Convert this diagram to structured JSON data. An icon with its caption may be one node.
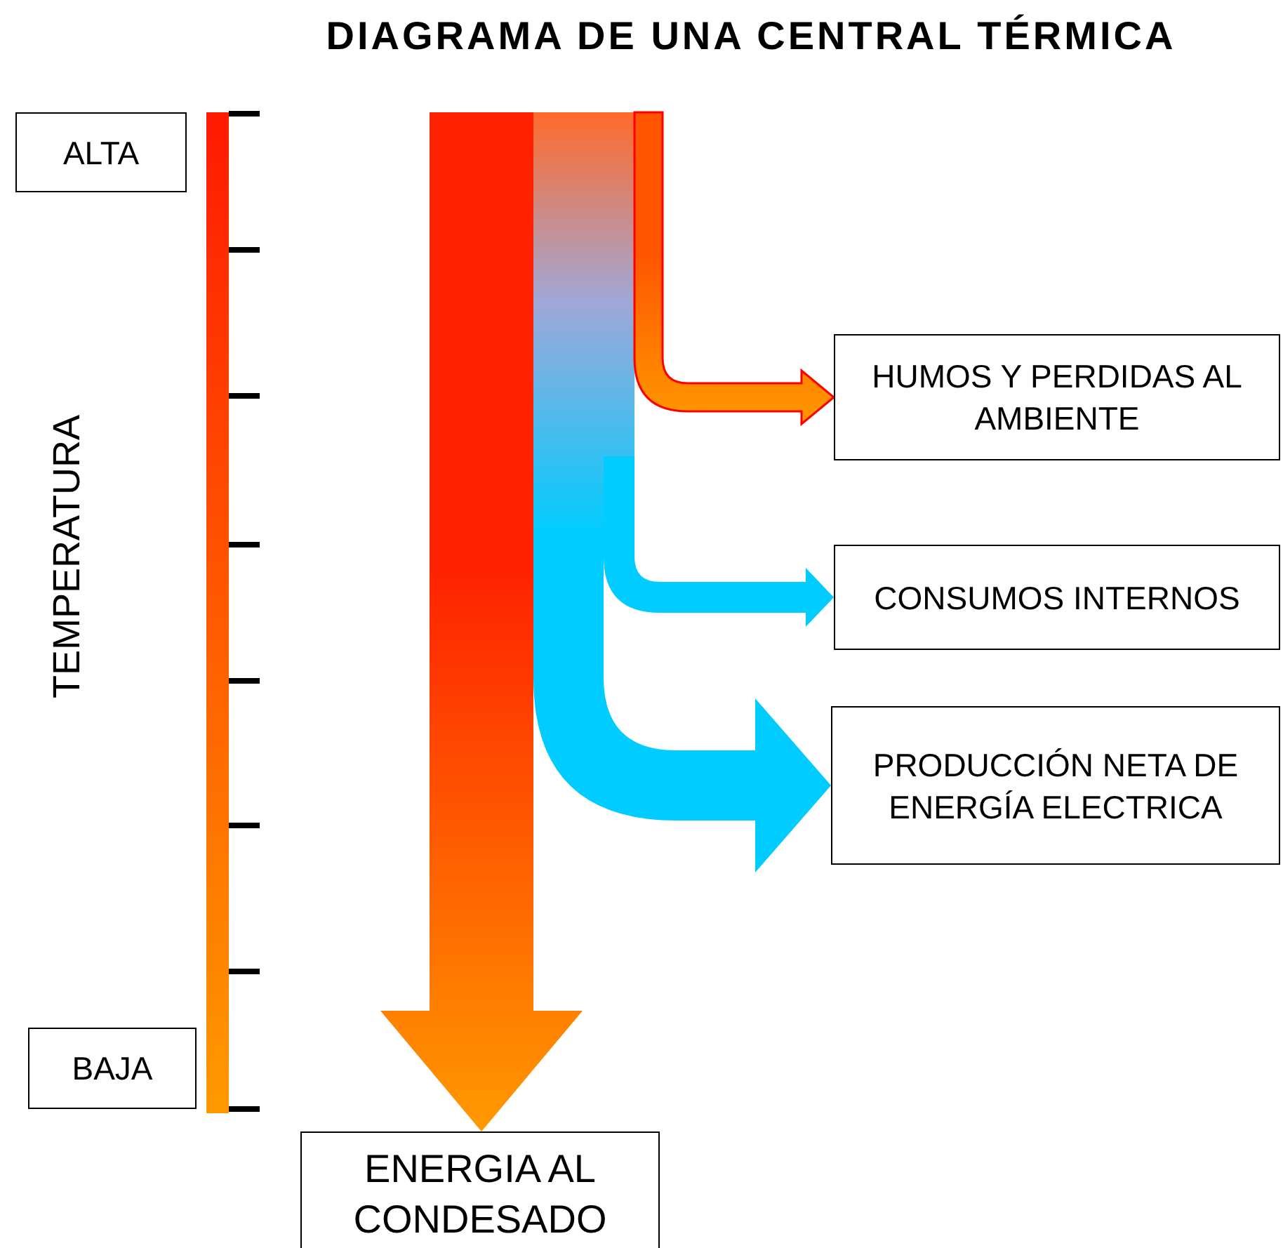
{
  "diagram": {
    "title": "DIAGRAMA DE UNA CENTRAL TÉRMICA",
    "nodes": [
      {
        "text": [
          "ALTA"
        ]
      },
      {
        "text": [
          "HUMOS Y PERDIDAS AL AMBIENTE"
        ]
      },
      {
        "text": [
          "CONSUMOS INTERNOS"
        ]
      },
      {
        "text": [
          "PRODUCCIÓN NETA DE ENERGÍA ELECTRICA"
        ]
      },
      {
        "text": [
          "BAJA"
        ]
      },
      {
        "text": [
          "ENERGIA AL CONDESADO"
        ]
      },
      {
        "text": [],
        "shape": "bar"
      }
    ],
    "edges": [
      {
        "from": null,
        "to": 1,
        "arrow": "to",
        "color": "#ff5500"
      },
      {
        "from": null,
        "to": 2,
        "arrow": "to"
      },
      {
        "from": null,
        "to": 3,
        "arrow": "to",
        "style": "thick"
      },
      {
        "from": null,
        "to": 5,
        "arrow": "to",
        "style": "thick",
        "color": "#ff2200"
      }
    ],
    "labels": [
      "TEMPERATURA"
    ]
  }
}
